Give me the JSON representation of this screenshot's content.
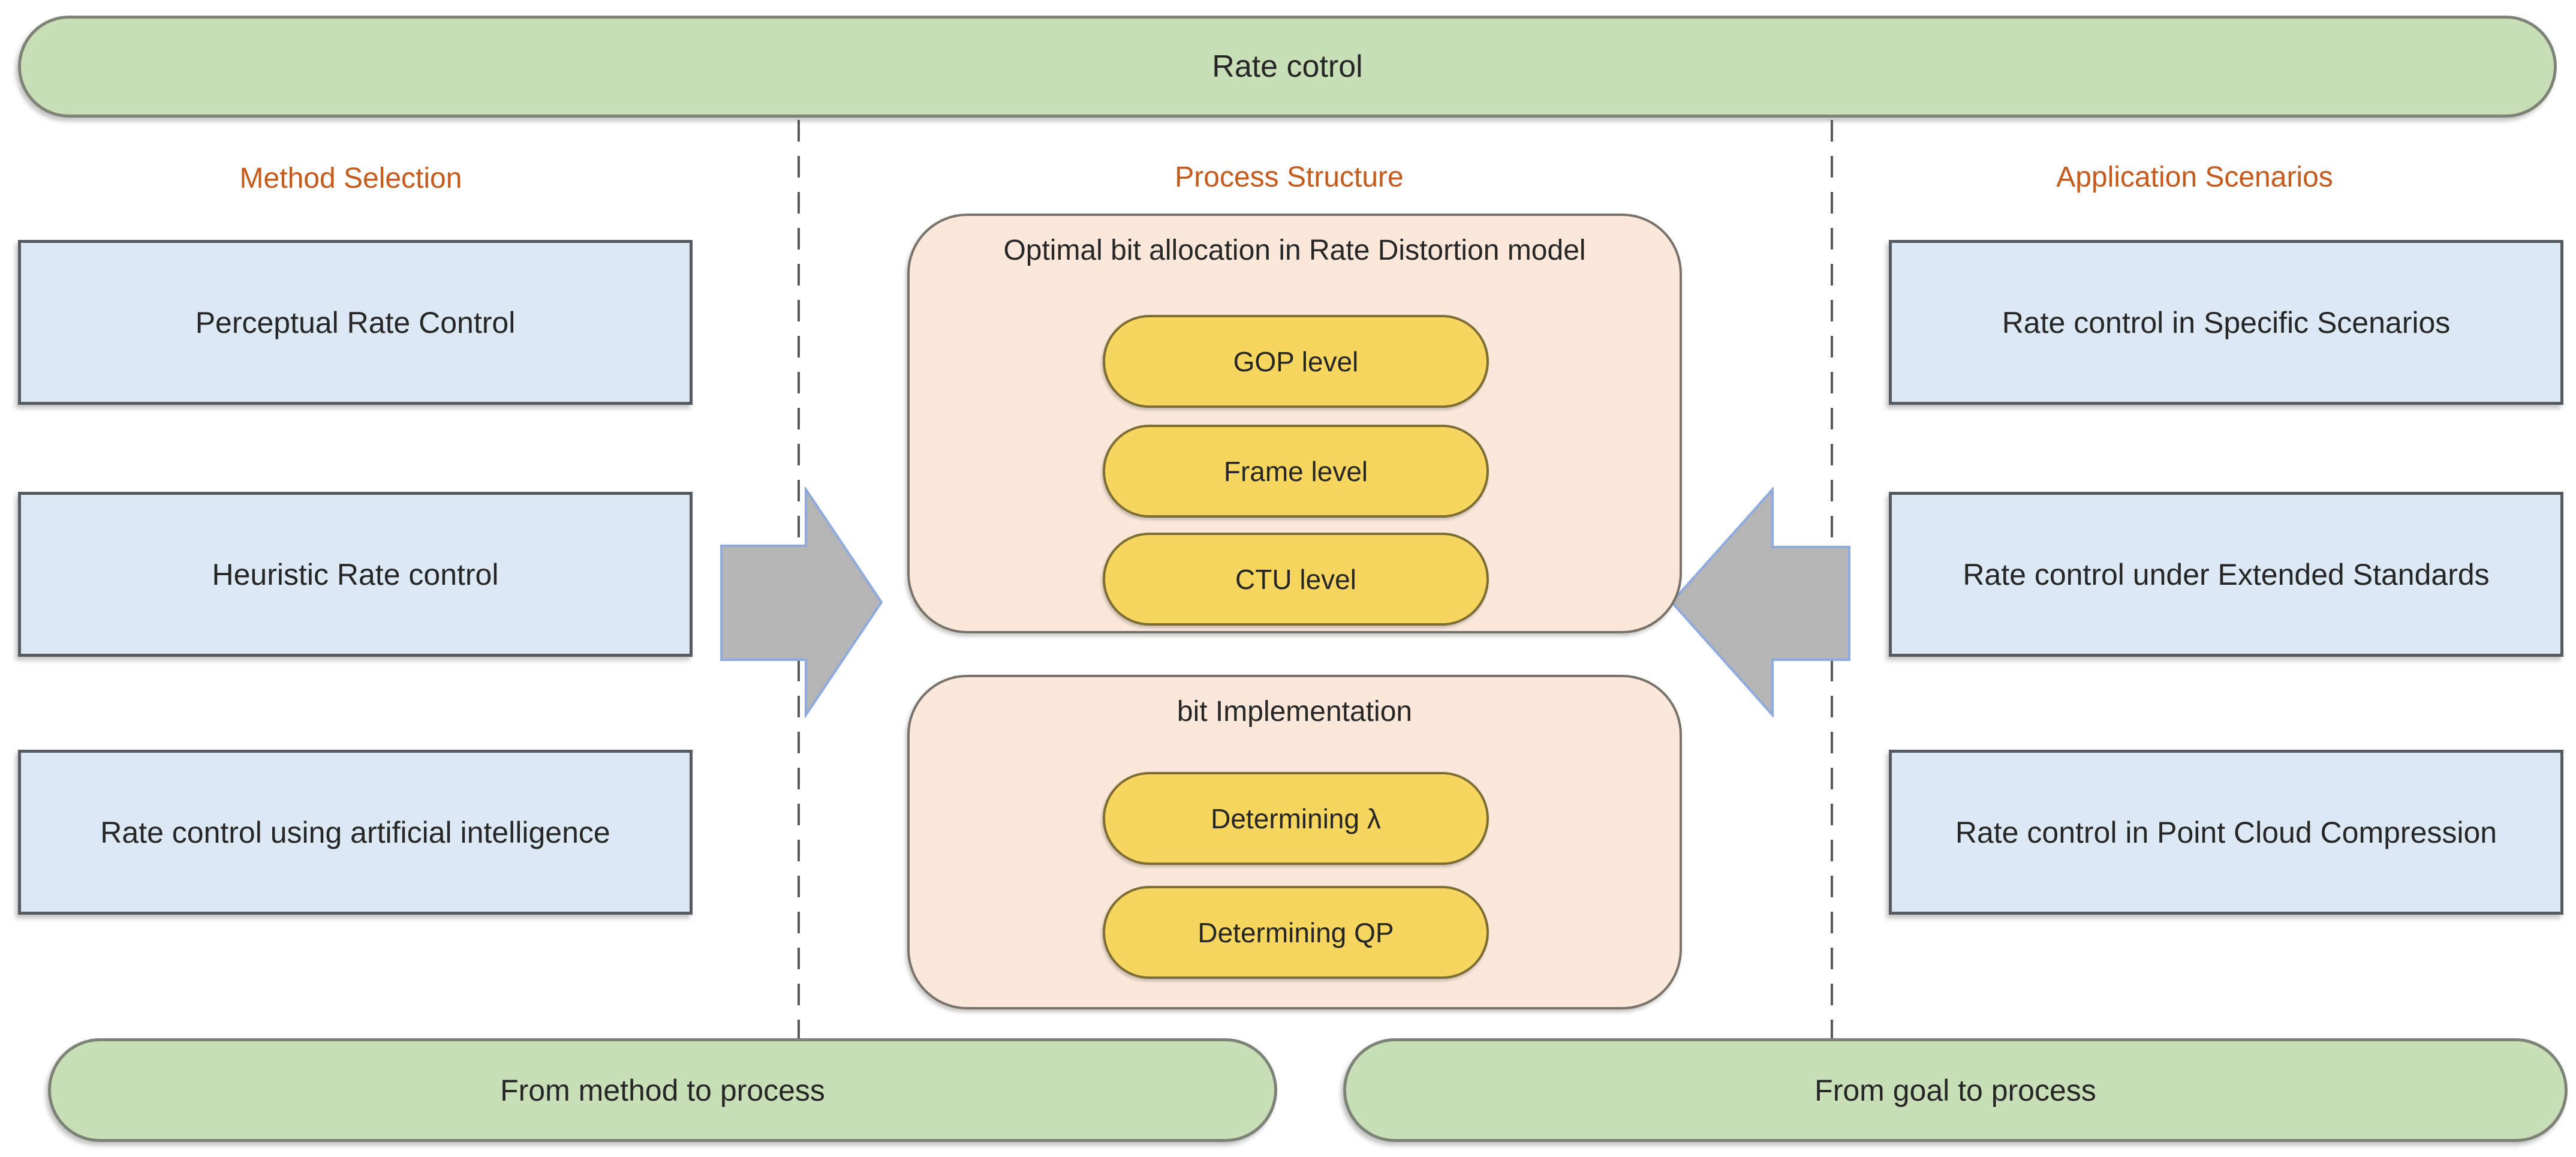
{
  "title": "Rate cotrol",
  "colors": {
    "green_fill": "#c8deb6",
    "green_border": "#7e8377",
    "blue_fill": "#dce9f5",
    "blue_border": "#565b61",
    "peach_fill": "#fbe8da",
    "peach_border": "#78726a",
    "yellow_fill": "#f6d65f",
    "yellow_border": "#7d6c34",
    "orange_text": "#c45b1d",
    "arrow_fill": "#b5b5b5",
    "arrow_border": "#8faadc",
    "dash_color": "#595959",
    "text_color": "#262626"
  },
  "columns": {
    "method": {
      "header": "Method Selection",
      "boxes": [
        "Perceptual Rate Control",
        "Heuristic Rate control",
        "Rate control using artificial intelligence"
      ]
    },
    "process": {
      "header": "Process Structure",
      "groups": [
        {
          "title": "Optimal bit allocation in Rate Distortion model",
          "pills": [
            "GOP level",
            "Frame level",
            "CTU level"
          ]
        },
        {
          "title": "bit Implementation",
          "pills": [
            "Determining λ",
            "Determining QP"
          ]
        }
      ]
    },
    "application": {
      "header": "Application Scenarios",
      "boxes": [
        "Rate control in Specific Scenarios",
        "Rate control under Extended Standards",
        "Rate control in Point Cloud Compression"
      ]
    }
  },
  "footer": {
    "left_pill": "From method to process",
    "right_pill": "From goal to process"
  },
  "icons": {
    "left_arrow": "block-arrow-pointing-right",
    "right_arrow": "block-arrow-pointing-left"
  }
}
